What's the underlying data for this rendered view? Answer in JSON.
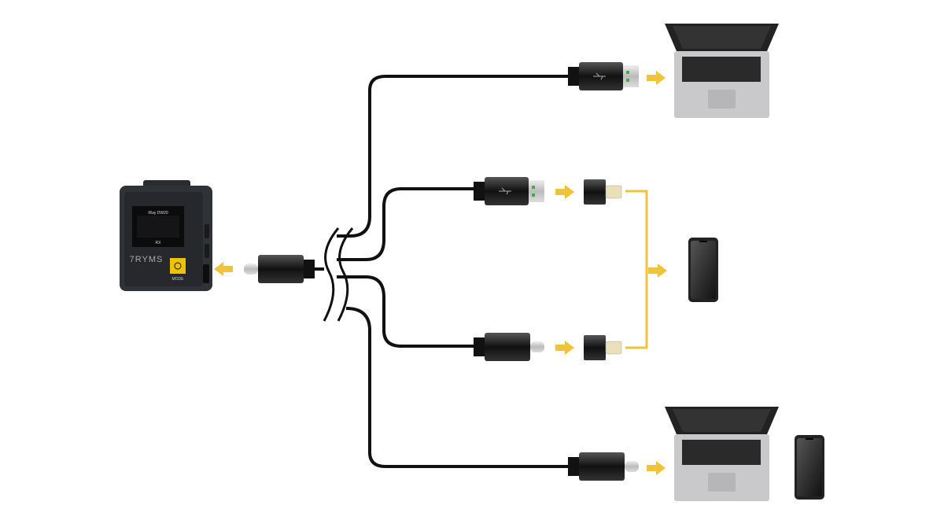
{
  "device": {
    "brand_logo": "7RYMS",
    "screen_title": "iRay DW20",
    "screen_mode": "RX",
    "button_label": "MODE"
  },
  "colors": {
    "arrow": "#f0c33c",
    "cable": "#111111",
    "device_body": "#2f3236",
    "button": "#f2c200"
  }
}
